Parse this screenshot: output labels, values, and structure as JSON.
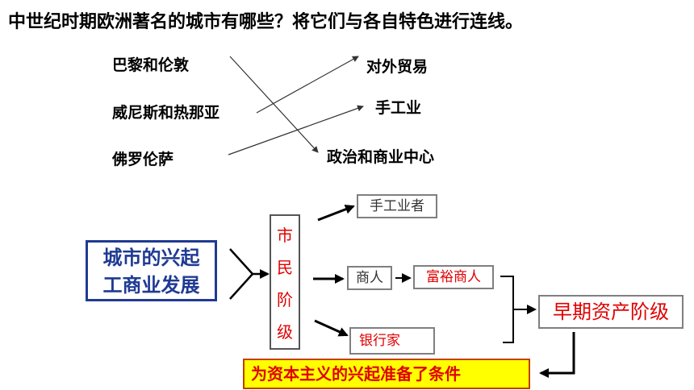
{
  "question": "中世纪时期欧洲著名的城市有哪些？将它们与各自特色进行连线。",
  "cities": [
    "巴黎和伦敦",
    "威尼斯和热那亚",
    "佛罗伦萨"
  ],
  "features": [
    "对外贸易",
    "手工业",
    "政治和商业中心"
  ],
  "diagram": {
    "rise_lines": [
      "城市的兴起",
      "工商业发展"
    ],
    "citizen_chars": [
      "市",
      "民",
      "阶",
      "级"
    ],
    "handicraft": "手工业者",
    "merchant": "商人",
    "rich_merchant": "富裕商人",
    "banker": "银行家",
    "bourgeoisie": "早期资产阶级",
    "conclusion": "为资本主义的兴起准备了条件"
  }
}
